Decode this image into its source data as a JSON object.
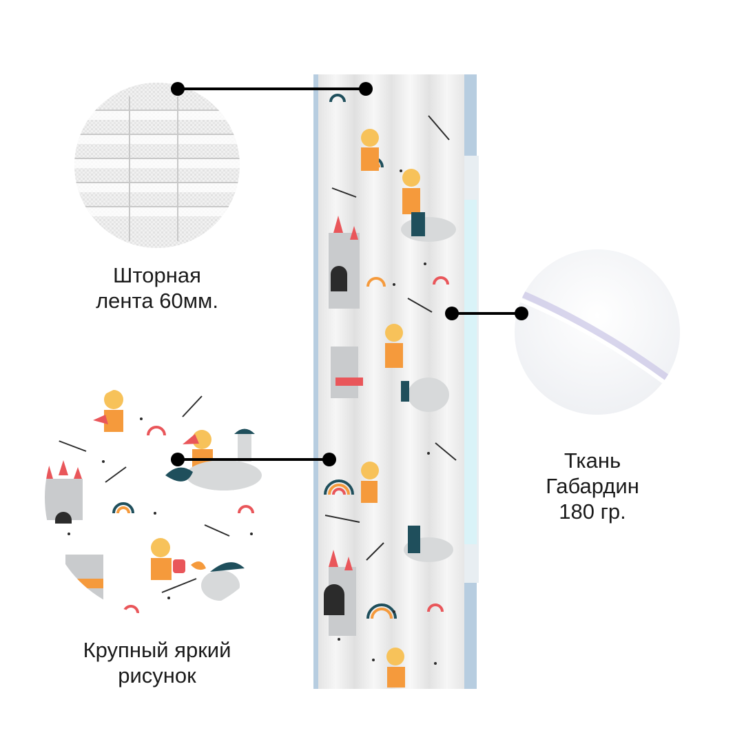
{
  "callouts": {
    "tape": {
      "line1": "Шторная",
      "line2": "лента 60мм."
    },
    "fabric": {
      "line1": "Ткань",
      "line2": "Габардин",
      "line3": "180 гр."
    },
    "print": {
      "line1": "Крупный яркий",
      "line2": "рисунок"
    }
  },
  "colors": {
    "accent_orange": "#f59a3c",
    "accent_red": "#e9565a",
    "accent_teal": "#1f4f5c",
    "gray": "#c9cbcd",
    "window_blue": "#b9cfe0",
    "line": "#000000"
  }
}
